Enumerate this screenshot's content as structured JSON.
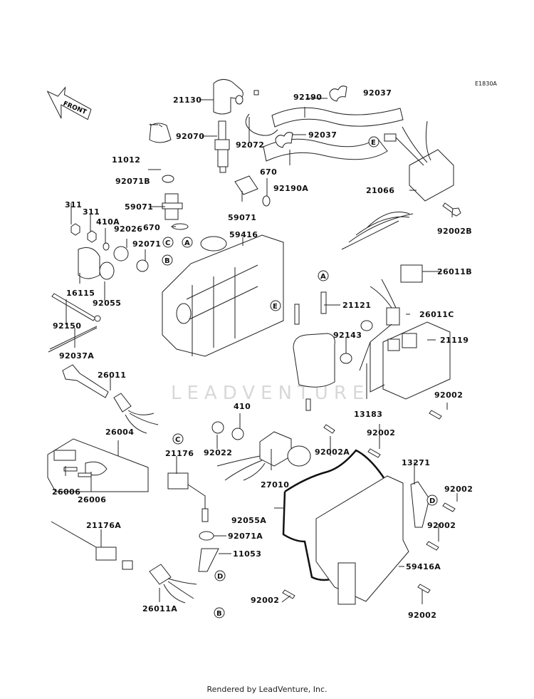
{
  "diagram": {
    "figure_code": "E1830A",
    "front_indicator": "FRONT",
    "watermark": "LEADVENTURE",
    "parts": [
      {
        "label": "21130"
      },
      {
        "label": "92190"
      },
      {
        "label": "92037"
      },
      {
        "label": "92070"
      },
      {
        "label": "92072"
      },
      {
        "label": "92037"
      },
      {
        "label": "11012"
      },
      {
        "label": "670"
      },
      {
        "label": "92190A"
      },
      {
        "label": "92071B"
      },
      {
        "label": "59071"
      },
      {
        "label": "59071"
      },
      {
        "label": "21066"
      },
      {
        "label": "311"
      },
      {
        "label": "311"
      },
      {
        "label": "410A"
      },
      {
        "label": "92026"
      },
      {
        "label": "670"
      },
      {
        "label": "59416"
      },
      {
        "label": "92071"
      },
      {
        "label": "92002B"
      },
      {
        "label": "16115"
      },
      {
        "label": "92055"
      },
      {
        "label": "26011B"
      },
      {
        "label": "92150"
      },
      {
        "label": "21121"
      },
      {
        "label": "26011C"
      },
      {
        "label": "92143"
      },
      {
        "label": "21119"
      },
      {
        "label": "92037A"
      },
      {
        "label": "26011"
      },
      {
        "label": "13183"
      },
      {
        "label": "92002"
      },
      {
        "label": "410"
      },
      {
        "label": "26004"
      },
      {
        "label": "92022"
      },
      {
        "label": "92002A"
      },
      {
        "label": "92002"
      },
      {
        "label": "21176"
      },
      {
        "label": "13271"
      },
      {
        "label": "27010"
      },
      {
        "label": "92002"
      },
      {
        "label": "26006"
      },
      {
        "label": "26006"
      },
      {
        "label": "92055A"
      },
      {
        "label": "92002"
      },
      {
        "label": "21176A"
      },
      {
        "label": "92071A"
      },
      {
        "label": "11053"
      },
      {
        "label": "59416A"
      },
      {
        "label": "92002"
      },
      {
        "label": "26011A"
      },
      {
        "label": "92002"
      }
    ],
    "reference_markers": [
      "A",
      "B",
      "C",
      "D",
      "E"
    ]
  },
  "footer": {
    "credit": "Rendered by LeadVenture, Inc."
  }
}
